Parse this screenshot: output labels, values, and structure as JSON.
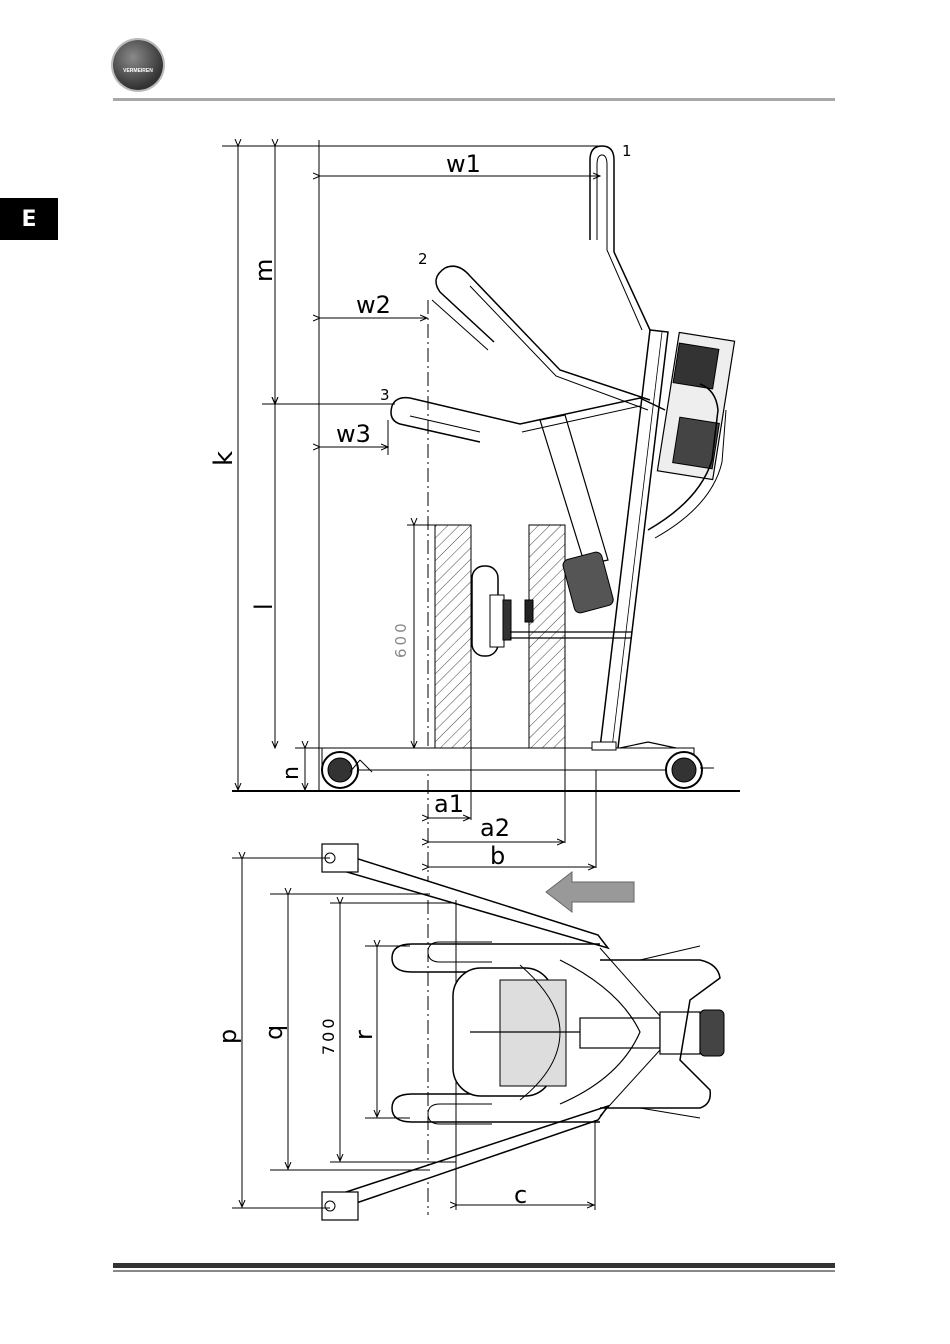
{
  "header": {
    "logo_text": "VERMEIREN"
  },
  "language_tab": "E",
  "diagram": {
    "point_labels": {
      "p1": "1",
      "p2": "2",
      "p3": "3"
    },
    "dims": {
      "w1": "w1",
      "w2": "w2",
      "w3": "w3",
      "k": "k",
      "m": "m",
      "l": "l",
      "n": "n",
      "a1": "a1",
      "a2": "a2",
      "b": "b",
      "c": "c",
      "p": "p",
      "q": "q",
      "r": "r"
    },
    "values": {
      "height_600": "600",
      "width_700": "700"
    }
  }
}
